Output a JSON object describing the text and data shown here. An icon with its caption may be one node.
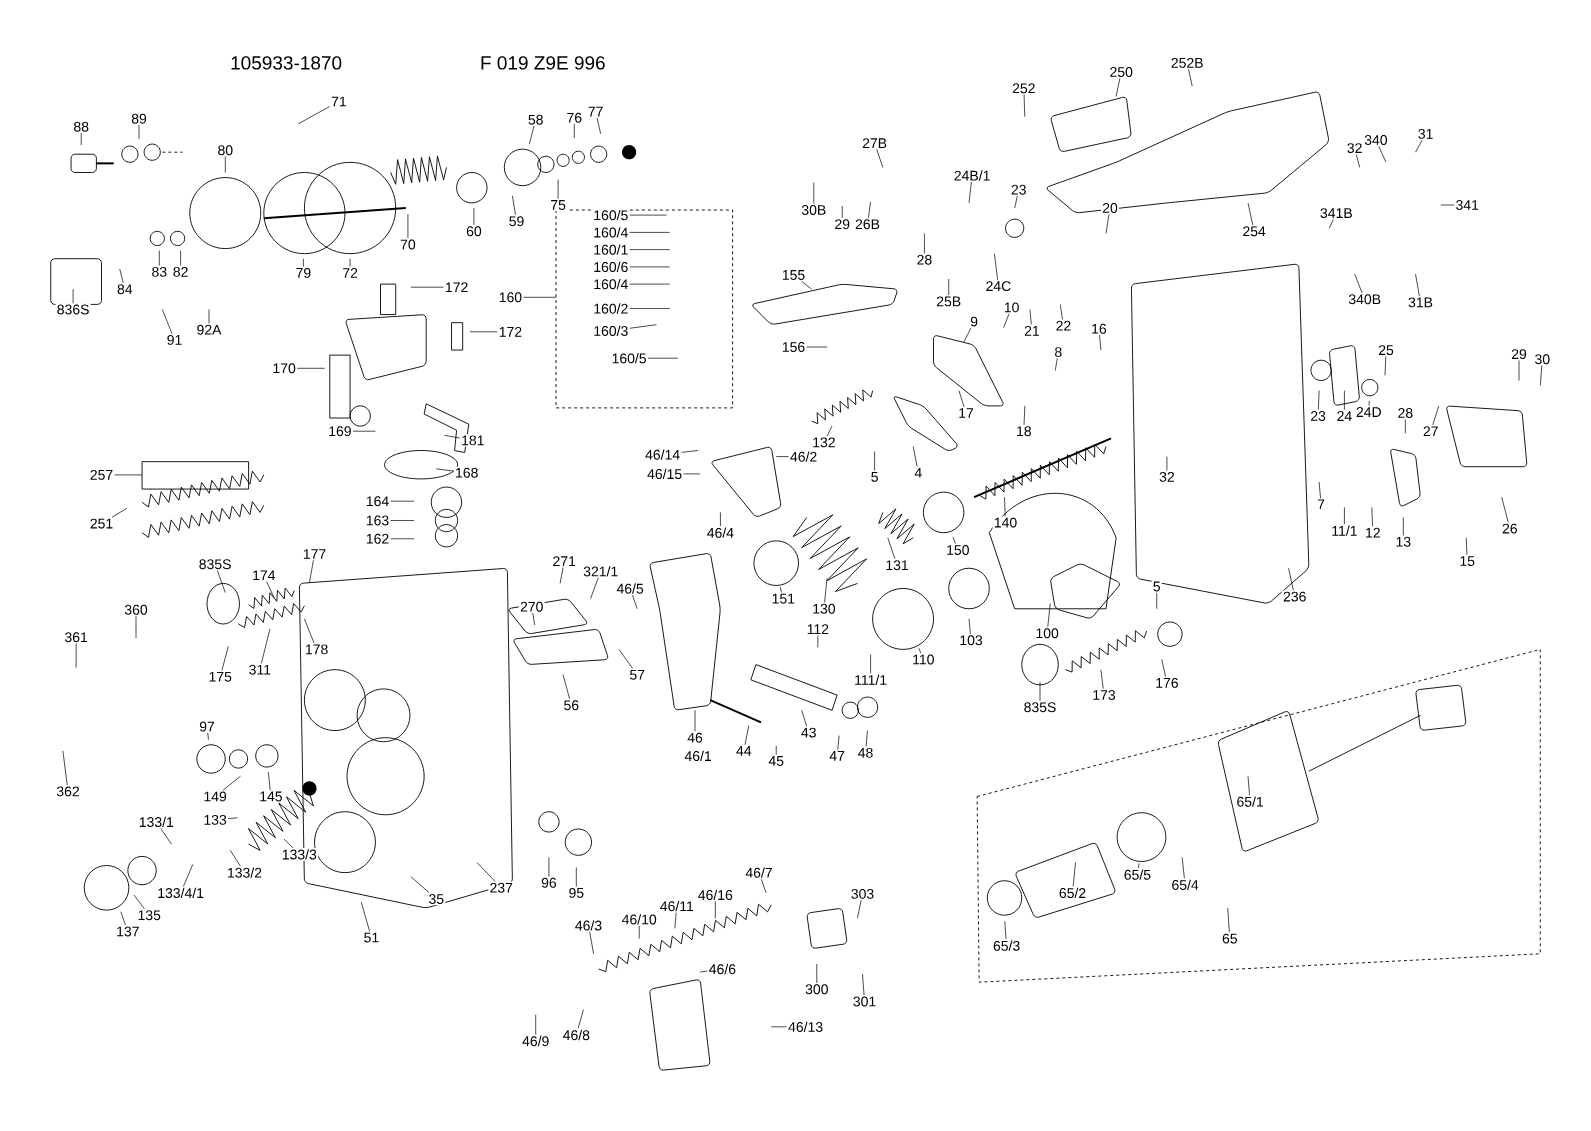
{
  "diagram": {
    "nodes": [
      {
        "text": [
          "88"
        ]
      },
      {
        "text": [
          "89"
        ]
      },
      {
        "text": [
          "80"
        ]
      },
      {
        "text": [
          "71"
        ]
      },
      {
        "text": [
          "58"
        ]
      },
      {
        "text": [
          "76"
        ]
      },
      {
        "text": [
          "77"
        ]
      },
      {
        "text": [
          "836S"
        ]
      },
      {
        "text": [
          "84"
        ]
      },
      {
        "text": [
          "83"
        ]
      },
      {
        "text": [
          "82"
        ]
      },
      {
        "text": [
          "91"
        ]
      },
      {
        "text": [
          "92A"
        ]
      },
      {
        "text": [
          "79"
        ]
      },
      {
        "text": [
          "72"
        ]
      },
      {
        "text": [
          "70"
        ]
      },
      {
        "text": [
          "60"
        ]
      },
      {
        "text": [
          "59"
        ]
      },
      {
        "text": [
          "75"
        ]
      },
      {
        "text": [
          "172"
        ]
      },
      {
        "text": [
          "172"
        ]
      },
      {
        "text": [
          "160"
        ]
      },
      {
        "text": [
          "160/5"
        ]
      },
      {
        "text": [
          "160/4"
        ]
      },
      {
        "text": [
          "160/1"
        ]
      },
      {
        "text": [
          "160/6"
        ]
      },
      {
        "text": [
          "160/4"
        ]
      },
      {
        "text": [
          "160/2"
        ]
      },
      {
        "text": [
          "160/3"
        ]
      },
      {
        "text": [
          "160/5"
        ]
      },
      {
        "text": [
          "170"
        ]
      },
      {
        "text": [
          "169"
        ]
      },
      {
        "text": [
          "181"
        ]
      },
      {
        "text": [
          "168"
        ]
      },
      {
        "text": [
          "164"
        ]
      },
      {
        "text": [
          "163"
        ]
      },
      {
        "text": [
          "162"
        ]
      },
      {
        "text": [
          "257"
        ]
      },
      {
        "text": [
          "251"
        ]
      },
      {
        "text": [
          "835S"
        ]
      },
      {
        "text": [
          "174"
        ]
      },
      {
        "text": [
          "177"
        ]
      },
      {
        "text": [
          "360"
        ]
      },
      {
        "text": [
          "361"
        ]
      },
      {
        "text": [
          "311"
        ]
      },
      {
        "text": [
          "175"
        ]
      },
      {
        "text": [
          "178"
        ]
      },
      {
        "text": [
          "97"
        ]
      },
      {
        "text": [
          "149"
        ]
      },
      {
        "text": [
          "145"
        ]
      },
      {
        "text": [
          "362"
        ]
      },
      {
        "text": [
          "133"
        ]
      },
      {
        "text": [
          "133/1"
        ]
      },
      {
        "text": [
          "133/3"
        ]
      },
      {
        "text": [
          "133/2"
        ]
      },
      {
        "text": [
          "133/4/1"
        ]
      },
      {
        "text": [
          "135"
        ]
      },
      {
        "text": [
          "137"
        ]
      },
      {
        "text": [
          "51"
        ]
      },
      {
        "text": [
          "35"
        ]
      },
      {
        "text": [
          "237"
        ]
      },
      {
        "text": [
          "96"
        ]
      },
      {
        "text": [
          "95"
        ]
      },
      {
        "text": [
          "270"
        ]
      },
      {
        "text": [
          "271"
        ]
      },
      {
        "text": [
          "321/1"
        ]
      },
      {
        "text": [
          "46/5"
        ]
      },
      {
        "text": [
          "57"
        ]
      },
      {
        "text": [
          "56"
        ]
      },
      {
        "text": [
          "46/14"
        ]
      },
      {
        "text": [
          "46/15"
        ]
      },
      {
        "text": [
          "46/2"
        ]
      },
      {
        "text": [
          "46/4"
        ]
      },
      {
        "text": [
          "151"
        ]
      },
      {
        "text": [
          "112"
        ]
      },
      {
        "text": [
          "111/1"
        ]
      },
      {
        "text": [
          "110"
        ]
      },
      {
        "text": [
          "103"
        ]
      },
      {
        "text": [
          "130"
        ]
      },
      {
        "text": [
          "131"
        ]
      },
      {
        "text": [
          "150"
        ]
      },
      {
        "text": [
          "140"
        ]
      },
      {
        "text": [
          "100"
        ]
      },
      {
        "text": [
          "835S"
        ]
      },
      {
        "text": [
          "173"
        ]
      },
      {
        "text": [
          "176"
        ]
      },
      {
        "text": [
          "5"
        ]
      },
      {
        "text": [
          "46"
        ]
      },
      {
        "text": [
          "44"
        ]
      },
      {
        "text": [
          "45"
        ]
      },
      {
        "text": [
          "43"
        ]
      },
      {
        "text": [
          "47"
        ]
      },
      {
        "text": [
          "48"
        ]
      },
      {
        "text": [
          "30B"
        ]
      },
      {
        "text": [
          "29"
        ]
      },
      {
        "text": [
          "26B"
        ]
      },
      {
        "text": [
          "27B"
        ]
      },
      {
        "text": [
          "28"
        ]
      },
      {
        "text": [
          "24B/1"
        ]
      },
      {
        "text": [
          "25B"
        ]
      },
      {
        "text": [
          "23"
        ]
      },
      {
        "text": [
          "9"
        ]
      },
      {
        "text": [
          "24C"
        ]
      },
      {
        "text": [
          "20"
        ]
      },
      {
        "text": [
          "21"
        ]
      },
      {
        "text": [
          "22"
        ]
      },
      {
        "text": [
          "10"
        ]
      },
      {
        "text": [
          "16"
        ]
      },
      {
        "text": [
          "155"
        ]
      },
      {
        "text": [
          "156"
        ]
      },
      {
        "text": [
          "17"
        ]
      },
      {
        "text": [
          "8"
        ]
      },
      {
        "text": [
          "18"
        ]
      },
      {
        "text": [
          "132"
        ]
      },
      {
        "text": [
          "5"
        ]
      },
      {
        "text": [
          "4"
        ]
      },
      {
        "text": [
          "252"
        ]
      },
      {
        "text": [
          "250"
        ]
      },
      {
        "text": [
          "252B"
        ]
      },
      {
        "text": [
          "254"
        ]
      },
      {
        "text": [
          "340"
        ]
      },
      {
        "text": [
          "32"
        ]
      },
      {
        "text": [
          "31"
        ]
      },
      {
        "text": [
          "341B"
        ]
      },
      {
        "text": [
          "341"
        ]
      },
      {
        "text": [
          "340B"
        ]
      },
      {
        "text": [
          "31B"
        ]
      },
      {
        "text": [
          "25"
        ]
      },
      {
        "text": [
          "23"
        ]
      },
      {
        "text": [
          "24"
        ]
      },
      {
        "text": [
          "24D"
        ]
      },
      {
        "text": [
          "28"
        ]
      },
      {
        "text": [
          "27"
        ]
      },
      {
        "text": [
          "29"
        ]
      },
      {
        "text": [
          "30"
        ]
      },
      {
        "text": [
          "32"
        ]
      },
      {
        "text": [
          "7"
        ]
      },
      {
        "text": [
          "11/1"
        ]
      },
      {
        "text": [
          "12"
        ]
      },
      {
        "text": [
          "13"
        ]
      },
      {
        "text": [
          "26"
        ]
      },
      {
        "text": [
          "15"
        ]
      },
      {
        "text": [
          "236"
        ]
      },
      {
        "text": [
          "65/1"
        ]
      },
      {
        "text": [
          "65/5"
        ]
      },
      {
        "text": [
          "65/4"
        ]
      },
      {
        "text": [
          "65/2"
        ]
      },
      {
        "text": [
          "65/3"
        ]
      },
      {
        "text": [
          "65"
        ]
      },
      {
        "text": [
          "46/7"
        ]
      },
      {
        "text": [
          "46/16"
        ]
      },
      {
        "text": [
          "46/11"
        ]
      },
      {
        "text": [
          "46/10"
        ]
      },
      {
        "text": [
          "46/3"
        ]
      },
      {
        "text": [
          "46/6"
        ]
      },
      {
        "text": [
          "303"
        ]
      },
      {
        "text": [
          "300"
        ]
      },
      {
        "text": [
          "301"
        ]
      },
      {
        "text": [
          "46/13"
        ]
      },
      {
        "text": [
          "46/9"
        ]
      },
      {
        "text": [
          "46/8"
        ]
      }
    ],
    "edges": [
      {
        "from": 0,
        "to": null,
        "arrow": "none"
      },
      {
        "from": 1,
        "to": null,
        "arrow": "none"
      },
      {
        "from": 2,
        "to": null,
        "arrow": "none"
      },
      {
        "from": 3,
        "to": null,
        "arrow": "none"
      },
      {
        "from": 4,
        "to": null,
        "arrow": "none"
      },
      {
        "from": 5,
        "to": null,
        "arrow": "none"
      },
      {
        "from": 6,
        "to": null,
        "arrow": "none"
      },
      {
        "from": 7,
        "to": null,
        "arrow": "none"
      },
      {
        "from": 8,
        "to": null,
        "arrow": "none"
      },
      {
        "from": 9,
        "to": null,
        "arrow": "none"
      },
      {
        "from": 10,
        "to": null,
        "arrow": "none"
      },
      {
        "from": 11,
        "to": null,
        "arrow": "none"
      },
      {
        "from": 12,
        "to": null,
        "arrow": "none"
      },
      {
        "from": 13,
        "to": null,
        "arrow": "none"
      },
      {
        "from": 14,
        "to": null,
        "arrow": "none"
      },
      {
        "from": 15,
        "to": null,
        "arrow": "none"
      },
      {
        "from": 16,
        "to": null,
        "arrow": "none"
      },
      {
        "from": 17,
        "to": null,
        "arrow": "none"
      },
      {
        "from": 18,
        "to": null,
        "arrow": "none"
      },
      {
        "from": 19,
        "to": null,
        "arrow": "none"
      },
      {
        "from": 20,
        "to": null,
        "arrow": "none"
      },
      {
        "from": 21,
        "to": null,
        "arrow": "none"
      },
      {
        "from": 22,
        "to": null,
        "arrow": "none"
      },
      {
        "from": 23,
        "to": null,
        "arrow": "none"
      },
      {
        "from": 24,
        "to": null,
        "arrow": "none"
      },
      {
        "from": 25,
        "to": null,
        "arrow": "none"
      },
      {
        "from": 26,
        "to": null,
        "arrow": "none"
      },
      {
        "from": 27,
        "to": null,
        "arrow": "none"
      },
      {
        "from": 28,
        "to": null,
        "arrow": "none"
      },
      {
        "from": 29,
        "to": null,
        "arrow": "none"
      },
      {
        "from": 30,
        "to": null,
        "arrow": "none"
      },
      {
        "from": 31,
        "to": null,
        "arrow": "none"
      },
      {
        "from": 32,
        "to": null,
        "arrow": "none"
      },
      {
        "from": 33,
        "to": null,
        "arrow": "none"
      },
      {
        "from": 34,
        "to": null,
        "arrow": "none"
      },
      {
        "from": 35,
        "to": null,
        "arrow": "none"
      },
      {
        "from": 36,
        "to": null,
        "arrow": "none"
      },
      {
        "from": 37,
        "to": null,
        "arrow": "none"
      },
      {
        "from": 38,
        "to": null,
        "arrow": "none"
      },
      {
        "from": 39,
        "to": null,
        "arrow": "none"
      },
      {
        "from": 40,
        "to": null,
        "arrow": "none"
      },
      {
        "from": 41,
        "to": null,
        "arrow": "none"
      },
      {
        "from": 42,
        "to": null,
        "arrow": "none"
      },
      {
        "from": 43,
        "to": null,
        "arrow": "none"
      },
      {
        "from": 44,
        "to": null,
        "arrow": "none"
      },
      {
        "from": 45,
        "to": null,
        "arrow": "none"
      },
      {
        "from": 46,
        "to": null,
        "arrow": "none"
      },
      {
        "from": 47,
        "to": null,
        "arrow": "none"
      },
      {
        "from": 48,
        "to": null,
        "arrow": "none"
      },
      {
        "from": 49,
        "to": null,
        "arrow": "none"
      },
      {
        "from": 50,
        "to": null,
        "arrow": "none"
      },
      {
        "from": 51,
        "to": null,
        "arrow": "none"
      },
      {
        "from": 52,
        "to": null,
        "arrow": "none"
      },
      {
        "from": 53,
        "to": null,
        "arrow": "none"
      },
      {
        "from": 54,
        "to": null,
        "arrow": "none"
      },
      {
        "from": 55,
        "to": null,
        "arrow": "none"
      },
      {
        "from": 56,
        "to": null,
        "arrow": "none"
      },
      {
        "from": 57,
        "to": null,
        "arrow": "none"
      },
      {
        "from": 58,
        "to": null,
        "arrow": "none"
      },
      {
        "from": 59,
        "to": null,
        "arrow": "none"
      },
      {
        "from": 60,
        "to": null,
        "arrow": "none"
      },
      {
        "from": 61,
        "to": null,
        "arrow": "none"
      },
      {
        "from": 62,
        "to": null,
        "arrow": "none"
      },
      {
        "from": 63,
        "to": null,
        "arrow": "none"
      },
      {
        "from": 64,
        "to": null,
        "arrow": "none"
      },
      {
        "from": 65,
        "to": null,
        "arrow": "none"
      },
      {
        "from": 66,
        "to": null,
        "arrow": "none"
      },
      {
        "from": 67,
        "to": null,
        "arrow": "none"
      },
      {
        "from": 68,
        "to": null,
        "arrow": "none"
      },
      {
        "from": 69,
        "to": null,
        "arrow": "none"
      },
      {
        "from": 70,
        "to": null,
        "arrow": "none"
      },
      {
        "from": 71,
        "to": null,
        "arrow": "none"
      },
      {
        "from": 72,
        "to": null,
        "arrow": "none"
      },
      {
        "from": 73,
        "to": null,
        "arrow": "none"
      },
      {
        "from": 74,
        "to": null,
        "arrow": "none"
      },
      {
        "from": 75,
        "to": null,
        "arrow": "none"
      },
      {
        "from": 76,
        "to": null,
        "arrow": "none"
      },
      {
        "from": 77,
        "to": null,
        "arrow": "none"
      },
      {
        "from": 78,
        "to": null,
        "arrow": "none"
      },
      {
        "from": 79,
        "to": null,
        "arrow": "none"
      },
      {
        "from": 80,
        "to": null,
        "arrow": "none"
      },
      {
        "from": 81,
        "to": null,
        "arrow": "none"
      },
      {
        "from": 82,
        "to": null,
        "arrow": "none"
      },
      {
        "from": 83,
        "to": null,
        "arrow": "none"
      },
      {
        "from": 84,
        "to": null,
        "arrow": "none"
      },
      {
        "from": 85,
        "to": null,
        "arrow": "none"
      },
      {
        "from": 86,
        "to": null,
        "arrow": "none"
      },
      {
        "from": 87,
        "to": null,
        "arrow": "none"
      },
      {
        "from": 88,
        "to": null,
        "arrow": "none"
      },
      {
        "from": 89,
        "to": null,
        "arrow": "none"
      },
      {
        "from": 90,
        "to": null,
        "arrow": "none"
      },
      {
        "from": 91,
        "to": null,
        "arrow": "none"
      },
      {
        "from": 92,
        "to": null,
        "arrow": "none"
      },
      {
        "from": 93,
        "to": null,
        "arrow": "none"
      },
      {
        "from": 94,
        "to": null,
        "arrow": "none"
      },
      {
        "from": 95,
        "to": null,
        "arrow": "none"
      },
      {
        "from": 96,
        "to": null,
        "arrow": "none"
      },
      {
        "from": 97,
        "to": null,
        "arrow": "none"
      },
      {
        "from": 98,
        "to": null,
        "arrow": "none"
      },
      {
        "from": 99,
        "to": null,
        "arrow": "none"
      },
      {
        "from": 100,
        "to": null,
        "arrow": "none"
      },
      {
        "from": 101,
        "to": null,
        "arrow": "none"
      },
      {
        "from": 102,
        "to": null,
        "arrow": "none"
      },
      {
        "from": 103,
        "to": null,
        "arrow": "none"
      },
      {
        "from": 104,
        "to": null,
        "arrow": "none"
      },
      {
        "from": 105,
        "to": null,
        "arrow": "none"
      },
      {
        "from": 106,
        "to": null,
        "arrow": "none"
      },
      {
        "from": 107,
        "to": null,
        "arrow": "none"
      },
      {
        "from": 108,
        "to": null,
        "arrow": "none"
      },
      {
        "from": 109,
        "to": null,
        "arrow": "none"
      },
      {
        "from": 110,
        "to": null,
        "arrow": "none"
      },
      {
        "from": 111,
        "to": null,
        "arrow": "none"
      },
      {
        "from": 112,
        "to": null,
        "arrow": "none"
      },
      {
        "from": 113,
        "to": null,
        "arrow": "none"
      },
      {
        "from": 114,
        "to": null,
        "arrow": "none"
      },
      {
        "from": 115,
        "to": null,
        "arrow": "none"
      },
      {
        "from": 116,
        "to": null,
        "arrow": "none"
      },
      {
        "from": 117,
        "to": null,
        "arrow": "none"
      },
      {
        "from": 118,
        "to": null,
        "arrow": "none"
      },
      {
        "from": 119,
        "to": null,
        "arrow": "none"
      },
      {
        "from": 120,
        "to": null,
        "arrow": "none"
      },
      {
        "from": 121,
        "to": null,
        "arrow": "none"
      },
      {
        "from": 122,
        "to": null,
        "arrow": "none"
      },
      {
        "from": 123,
        "to": null,
        "arrow": "none"
      },
      {
        "from": 124,
        "to": null,
        "arrow": "none"
      },
      {
        "from": 125,
        "to": null,
        "arrow": "none"
      },
      {
        "from": 126,
        "to": null,
        "arrow": "none"
      },
      {
        "from": 127,
        "to": null,
        "arrow": "none"
      },
      {
        "from": 128,
        "to": null,
        "arrow": "none"
      },
      {
        "from": 129,
        "to": null,
        "arrow": "none"
      },
      {
        "from": 130,
        "to": null,
        "arrow": "none"
      },
      {
        "from": 131,
        "to": null,
        "arrow": "none"
      },
      {
        "from": 132,
        "to": null,
        "arrow": "none"
      },
      {
        "from": 133,
        "to": null,
        "arrow": "none"
      },
      {
        "from": 134,
        "to": null,
        "arrow": "none"
      },
      {
        "from": 135,
        "to": null,
        "arrow": "none"
      },
      {
        "from": 136,
        "to": null,
        "arrow": "none"
      },
      {
        "from": 137,
        "to": null,
        "arrow": "none"
      },
      {
        "from": 138,
        "to": null,
        "arrow": "none"
      },
      {
        "from": 139,
        "to": null,
        "arrow": "none"
      },
      {
        "from": 140,
        "to": null,
        "arrow": "none"
      },
      {
        "from": 141,
        "to": null,
        "arrow": "none"
      },
      {
        "from": 142,
        "to": null,
        "arrow": "none"
      },
      {
        "from": 143,
        "to": null,
        "arrow": "none"
      },
      {
        "from": 144,
        "to": null,
        "arrow": "none"
      },
      {
        "from": 145,
        "to": null,
        "arrow": "none"
      },
      {
        "from": 146,
        "to": null,
        "arrow": "none"
      },
      {
        "from": 147,
        "to": null,
        "arrow": "none"
      },
      {
        "from": 148,
        "to": null,
        "arrow": "none"
      },
      {
        "from": 149,
        "to": null,
        "arrow": "none"
      },
      {
        "from": 150,
        "to": null,
        "arrow": "none"
      },
      {
        "from": 151,
        "to": null,
        "arrow": "none"
      },
      {
        "from": 152,
        "to": null,
        "arrow": "none"
      },
      {
        "from": 153,
        "to": null,
        "arrow": "none"
      },
      {
        "from": 154,
        "to": null,
        "arrow": "none"
      },
      {
        "from": 155,
        "to": null,
        "arrow": "none"
      },
      {
        "from": 156,
        "to": null,
        "arrow": "none"
      },
      {
        "from": 157,
        "to": null,
        "arrow": "none"
      },
      {
        "from": 158,
        "to": null,
        "arrow": "none"
      },
      {
        "from": 159,
        "to": null,
        "arrow": "none"
      },
      {
        "from": 160,
        "to": null,
        "arrow": "none"
      }
    ],
    "labels": [
      "105933-1870",
      "F 019 Z9E 996",
      "46/1"
    ]
  }
}
